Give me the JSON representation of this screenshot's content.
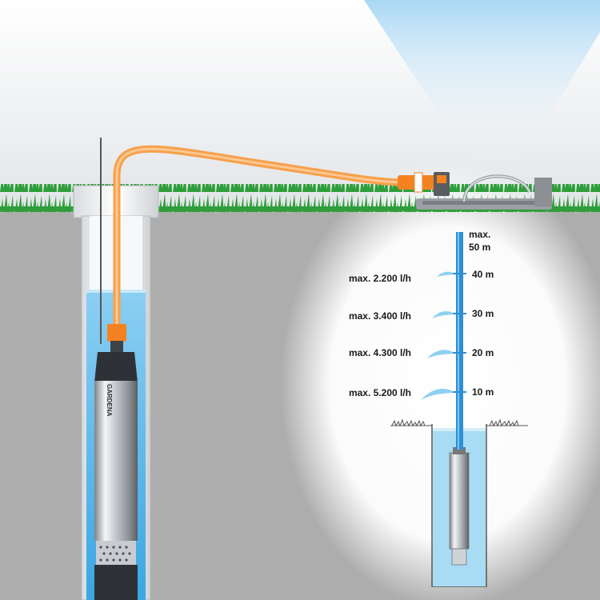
{
  "pump_brand": "GARDENA",
  "colors": {
    "hose": "#f7a04a",
    "water": "#5ab4e6",
    "pipe": "#2d8fd5",
    "grass": "#2e9e3a",
    "ground": "#adadad"
  },
  "depth_scale": {
    "top_label": [
      "max.",
      "50 m"
    ],
    "rows": [
      {
        "flow": "max. 2.200 l/h",
        "depth": "40 m"
      },
      {
        "flow": "max. 3.400 l/h",
        "depth": "30 m"
      },
      {
        "flow": "max. 4.300 l/h",
        "depth": "20 m"
      },
      {
        "flow": "max. 5.200 l/h",
        "depth": "10 m"
      }
    ]
  }
}
